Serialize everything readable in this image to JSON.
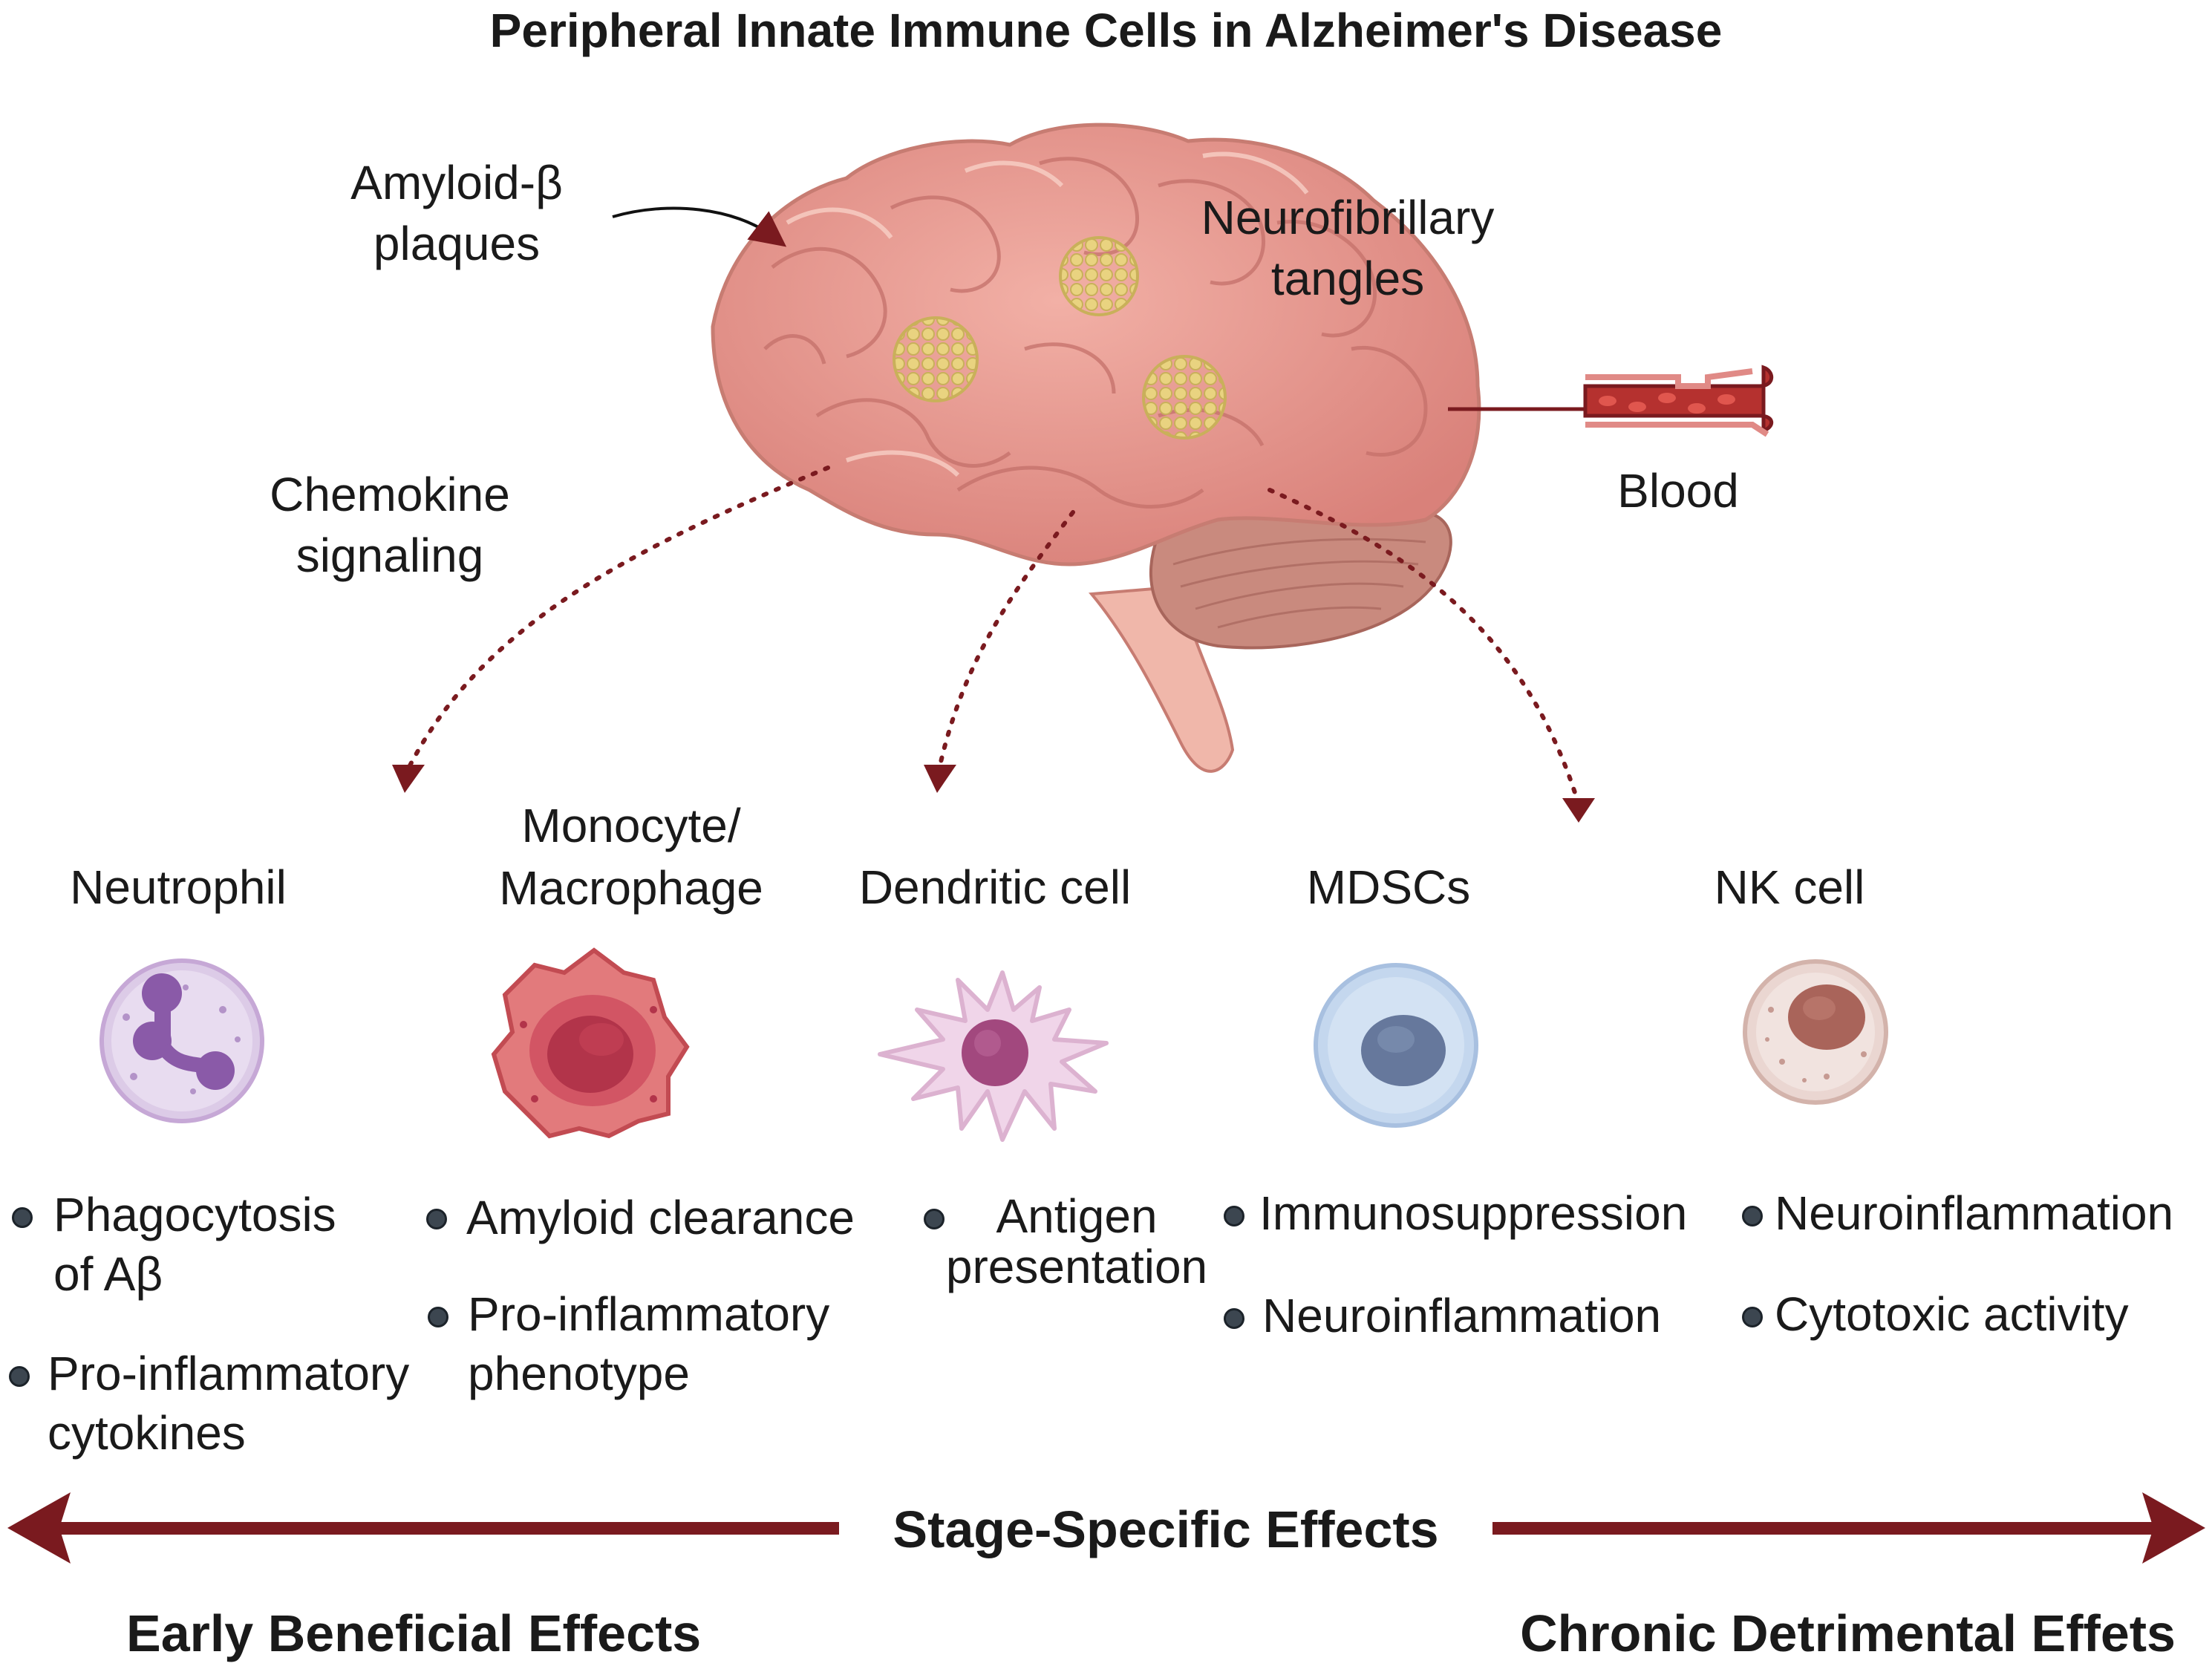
{
  "title": "Peripheral Innate Immune Cells in Alzheimer's Disease",
  "brain_labels": {
    "amyloid": [
      "Amyloid-β",
      "plaques"
    ],
    "tangles": [
      "Neurofibrillary",
      "tangles"
    ],
    "chemokine": [
      "Chemokine",
      "signaling"
    ],
    "blood": "Blood"
  },
  "cells": [
    {
      "name": [
        "Neutrophil"
      ],
      "icon": "neutrophil-icon",
      "color": "#c6a8d6",
      "effects": [
        [
          "Phagocytosis",
          "of Aβ"
        ],
        [
          "Pro-inflammatory",
          "cytokines"
        ]
      ]
    },
    {
      "name": [
        "Monocyte/",
        "Macrophage"
      ],
      "icon": "macrophage-icon",
      "color": "#d9616a",
      "effects": [
        [
          "Amyloid clearance"
        ],
        [
          "Pro-inflammatory",
          "phenotype"
        ]
      ]
    },
    {
      "name": [
        "Dendritic cell"
      ],
      "icon": "dendritic-cell-icon",
      "color": "#edc8e2",
      "effects": [
        [
          "Antigen",
          "presentation"
        ]
      ]
    },
    {
      "name": [
        "MDSCs"
      ],
      "icon": "mdsc-icon",
      "color": "#b7cde8",
      "effects": [
        [
          "Immunosuppression"
        ],
        [
          "Neuroinflammation"
        ]
      ]
    },
    {
      "name": [
        "NK cell"
      ],
      "icon": "nk-cell-icon",
      "color": "#e4c7c0",
      "effects": [
        [
          "Neuroinflammation"
        ],
        [
          "Cytotoxic activity"
        ]
      ]
    }
  ],
  "axis": {
    "center": "Stage-Specific Effects",
    "left": "Early Beneficial Effects",
    "right": "Chronic Detrimental Effets"
  },
  "colors": {
    "arrow": "#7a1a1f",
    "brain": "#e8998f",
    "plaque": "#e7d27a"
  }
}
